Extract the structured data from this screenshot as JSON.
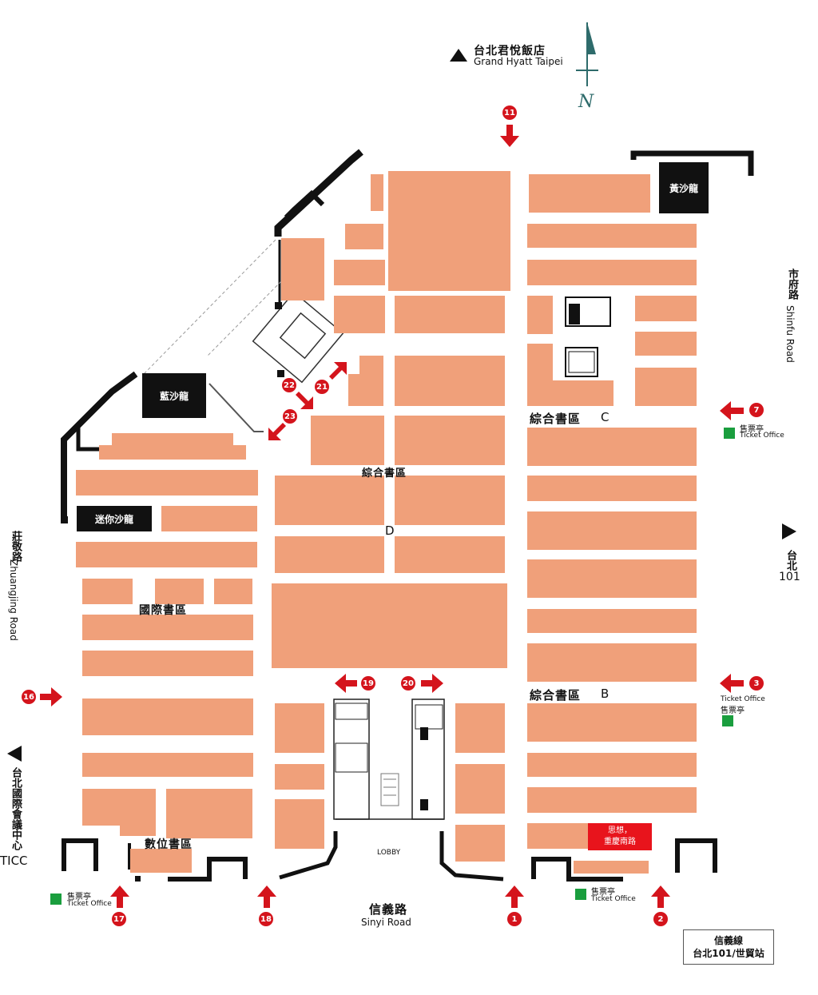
{
  "landmarks": {
    "grand_hyatt_zh": "台北君悅飯店",
    "grand_hyatt_en": "Grand Hyatt Taipei",
    "compass": "N",
    "shinfu_zh": "市府路",
    "shinfu_en": "Shinfu Road",
    "taipei101_zh": "台北",
    "taipei101_num": "101",
    "zhuangjing_zh": "莊敬路",
    "zhuangjing_en": "Zhuangjing Road",
    "ticc_zh": "台北國際會議中心",
    "ticc_en": "TICC",
    "sinyi_zh": "信義路",
    "sinyi_en": "Sinyi Road",
    "lobby": "LOBBY",
    "metro_line": "信義線",
    "metro_station": "台北101/世貿站"
  },
  "salons": {
    "yellow": "黃沙龍",
    "blue": "藍沙龍",
    "mini": "迷你沙龍"
  },
  "zones": {
    "general_c_zh": "綜合書區",
    "general_c_letter": "C",
    "general_d_zh": "綜合書區",
    "general_d_letter": "D",
    "general_b_zh": "綜合書區",
    "general_b_letter": "B",
    "international": "國際書區",
    "digital": "數位書區",
    "thought_stage_line1": "思想，",
    "thought_stage_line2": "重慶南路"
  },
  "ticket_office": {
    "zh": "售票亭",
    "en": "Ticket Office"
  },
  "entrances": [
    "1",
    "2",
    "3",
    "7",
    "11",
    "16",
    "17",
    "18",
    "19",
    "20",
    "21",
    "22",
    "23"
  ],
  "colors": {
    "booth": "#f0a07a",
    "entrance": "#d4141c",
    "ticket": "#1a9e3e",
    "stage": "#e8141c",
    "compass": "#2e6b6b"
  }
}
